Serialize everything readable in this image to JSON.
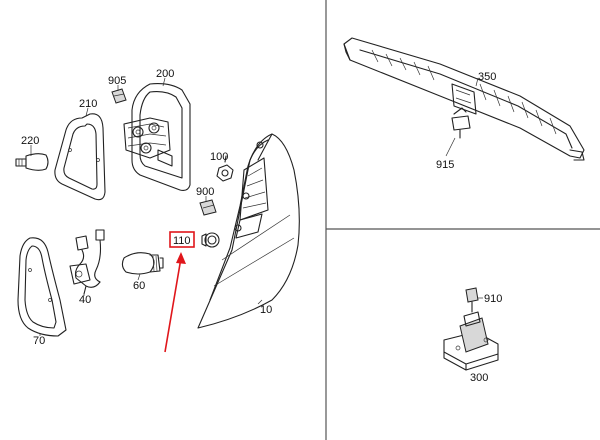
{
  "parts": {
    "p905": "905",
    "p200": "200",
    "p210": "210",
    "p220": "220",
    "p100": "100",
    "p900": "900",
    "p110": "110",
    "p60": "60",
    "p40": "40",
    "p70": "70",
    "p10": "10",
    "p350": "350",
    "p915": "915",
    "p910": "910",
    "p300": "300"
  },
  "colors": {
    "highlight": "#e0161b",
    "line": "#222222",
    "divider": "#555555"
  }
}
